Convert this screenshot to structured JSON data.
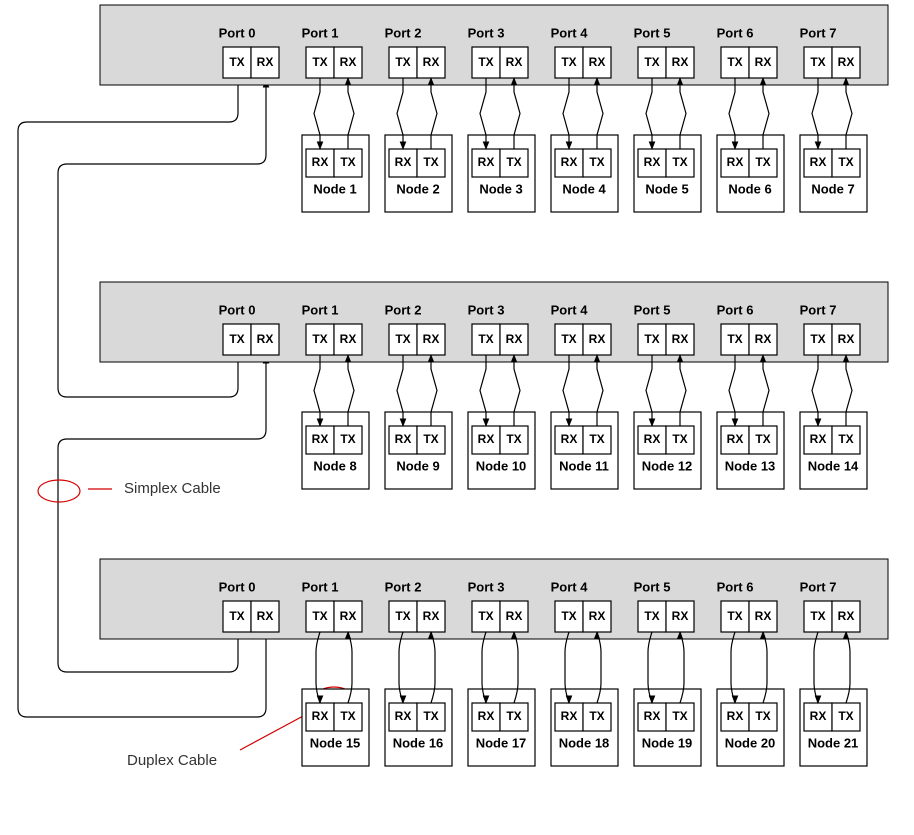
{
  "rows": [
    {
      "ports": [
        {
          "label": "Port 0",
          "tx": "TX",
          "rx": "RX"
        },
        {
          "label": "Port 1",
          "tx": "TX",
          "rx": "RX"
        },
        {
          "label": "Port 2",
          "tx": "TX",
          "rx": "RX"
        },
        {
          "label": "Port 3",
          "tx": "TX",
          "rx": "RX"
        },
        {
          "label": "Port 4",
          "tx": "TX",
          "rx": "RX"
        },
        {
          "label": "Port 5",
          "tx": "TX",
          "rx": "RX"
        },
        {
          "label": "Port 6",
          "tx": "TX",
          "rx": "RX"
        },
        {
          "label": "Port 7",
          "tx": "TX",
          "rx": "RX"
        }
      ],
      "nodes": [
        {
          "label": "Node 1",
          "rx": "RX",
          "tx": "TX"
        },
        {
          "label": "Node 2",
          "rx": "RX",
          "tx": "TX"
        },
        {
          "label": "Node 3",
          "rx": "RX",
          "tx": "TX"
        },
        {
          "label": "Node 4",
          "rx": "RX",
          "tx": "TX"
        },
        {
          "label": "Node 5",
          "rx": "RX",
          "tx": "TX"
        },
        {
          "label": "Node 6",
          "rx": "RX",
          "tx": "TX"
        },
        {
          "label": "Node 7",
          "rx": "RX",
          "tx": "TX"
        }
      ]
    },
    {
      "ports": [
        {
          "label": "Port 0",
          "tx": "TX",
          "rx": "RX"
        },
        {
          "label": "Port 1",
          "tx": "TX",
          "rx": "RX"
        },
        {
          "label": "Port 2",
          "tx": "TX",
          "rx": "RX"
        },
        {
          "label": "Port 3",
          "tx": "TX",
          "rx": "RX"
        },
        {
          "label": "Port 4",
          "tx": "TX",
          "rx": "RX"
        },
        {
          "label": "Port 5",
          "tx": "TX",
          "rx": "RX"
        },
        {
          "label": "Port 6",
          "tx": "TX",
          "rx": "RX"
        },
        {
          "label": "Port 7",
          "tx": "TX",
          "rx": "RX"
        }
      ],
      "nodes": [
        {
          "label": "Node 8",
          "rx": "RX",
          "tx": "TX"
        },
        {
          "label": "Node 9",
          "rx": "RX",
          "tx": "TX"
        },
        {
          "label": "Node 10",
          "rx": "RX",
          "tx": "TX"
        },
        {
          "label": "Node 11",
          "rx": "RX",
          "tx": "TX"
        },
        {
          "label": "Node 12",
          "rx": "RX",
          "tx": "TX"
        },
        {
          "label": "Node 13",
          "rx": "RX",
          "tx": "TX"
        },
        {
          "label": "Node 14",
          "rx": "RX",
          "tx": "TX"
        }
      ]
    },
    {
      "ports": [
        {
          "label": "Port 0",
          "tx": "TX",
          "rx": "RX"
        },
        {
          "label": "Port 1",
          "tx": "TX",
          "rx": "RX"
        },
        {
          "label": "Port 2",
          "tx": "TX",
          "rx": "RX"
        },
        {
          "label": "Port 3",
          "tx": "TX",
          "rx": "RX"
        },
        {
          "label": "Port 4",
          "tx": "TX",
          "rx": "RX"
        },
        {
          "label": "Port 5",
          "tx": "TX",
          "rx": "RX"
        },
        {
          "label": "Port 6",
          "tx": "TX",
          "rx": "RX"
        },
        {
          "label": "Port 7",
          "tx": "TX",
          "rx": "RX"
        }
      ],
      "nodes": [
        {
          "label": "Node 15",
          "rx": "RX",
          "tx": "TX"
        },
        {
          "label": "Node 16",
          "rx": "RX",
          "tx": "TX"
        },
        {
          "label": "Node 17",
          "rx": "RX",
          "tx": "TX"
        },
        {
          "label": "Node 18",
          "rx": "RX",
          "tx": "TX"
        },
        {
          "label": "Node 19",
          "rx": "RX",
          "tx": "TX"
        },
        {
          "label": "Node 20",
          "rx": "RX",
          "tx": "TX"
        },
        {
          "label": "Node 21",
          "rx": "RX",
          "tx": "TX"
        }
      ]
    }
  ],
  "annotations": {
    "simplex": "Simplex Cable",
    "duplex": "Duplex Cable"
  },
  "colors": {
    "hub_fill": "#d9d9d9",
    "annotation": "#d40000"
  }
}
